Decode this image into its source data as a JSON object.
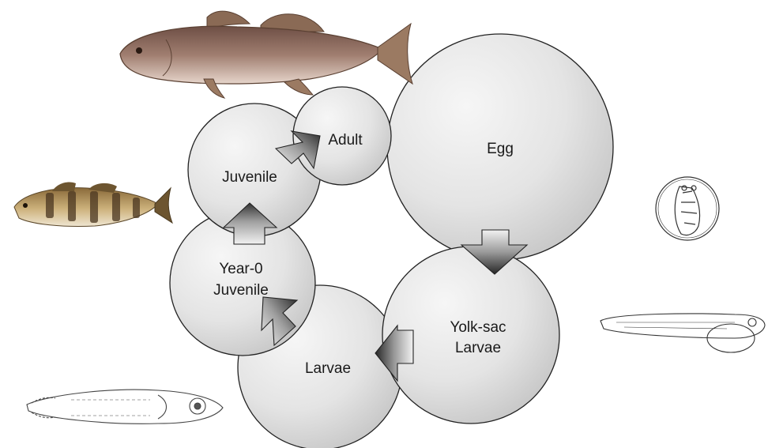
{
  "diagram": {
    "stages": [
      {
        "id": "egg",
        "label": "Egg"
      },
      {
        "id": "yolk",
        "label_line1": "Yolk-sac",
        "label_line2": "Larvae"
      },
      {
        "id": "larvae",
        "label": "Larvae"
      },
      {
        "id": "year0",
        "label_line1": "Year-0",
        "label_line2": "Juvenile"
      },
      {
        "id": "juvenile",
        "label": "Juvenile"
      },
      {
        "id": "adult",
        "label": "Adult"
      }
    ],
    "colors": {
      "circle_light": "#f3f3f3",
      "circle_dark": "#c4c4c4",
      "arrow_light": "#f0f0f0",
      "arrow_dark": "#2a2a2a",
      "outline": "#222222"
    },
    "illustrations": [
      "adult-fish-illustration",
      "juvenile-banded-fish-illustration",
      "egg-embryo-illustration",
      "yolk-sac-larva-illustration",
      "larva-sketch-illustration"
    ]
  }
}
